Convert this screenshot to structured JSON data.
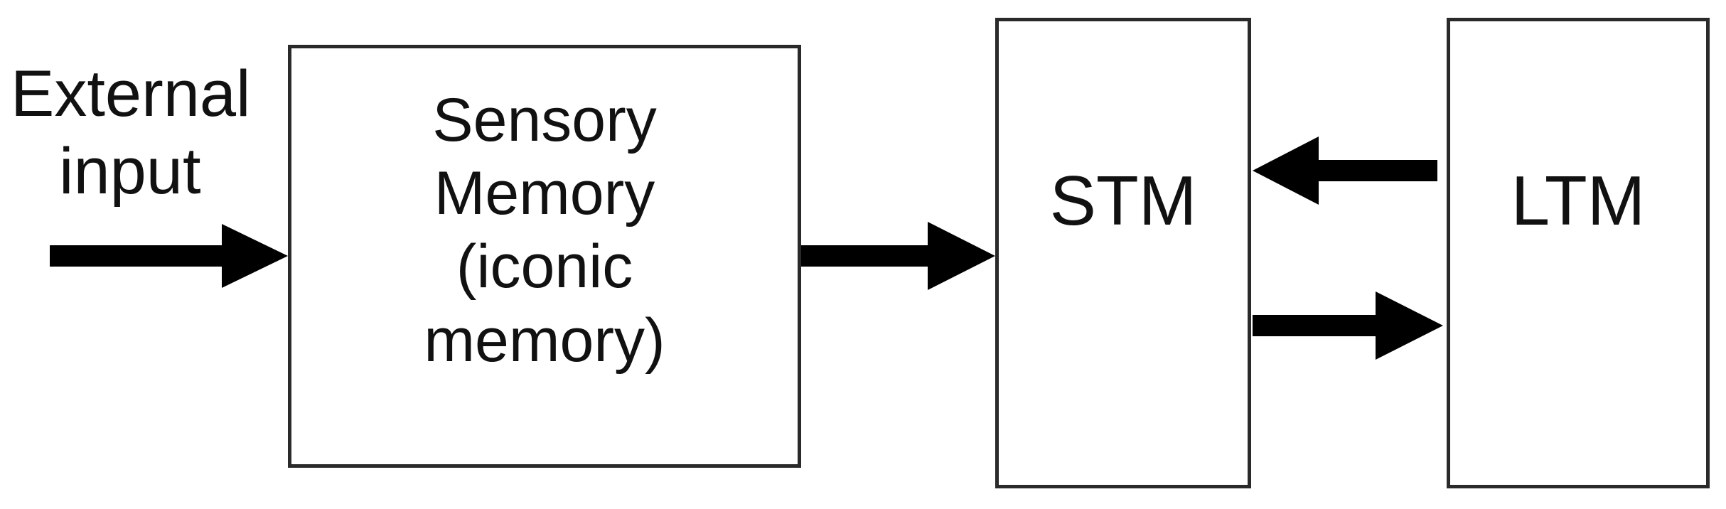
{
  "diagram": {
    "external_input": {
      "line1": "External",
      "line2": "input"
    },
    "sensory_memory": {
      "line1": "Sensory",
      "line2": "Memory",
      "line3": "(iconic",
      "line4": "memory)"
    },
    "stm": {
      "label": "STM"
    },
    "ltm": {
      "label": "LTM"
    },
    "arrow_color": "#000000",
    "box_border_color": "#2a2a2a"
  }
}
